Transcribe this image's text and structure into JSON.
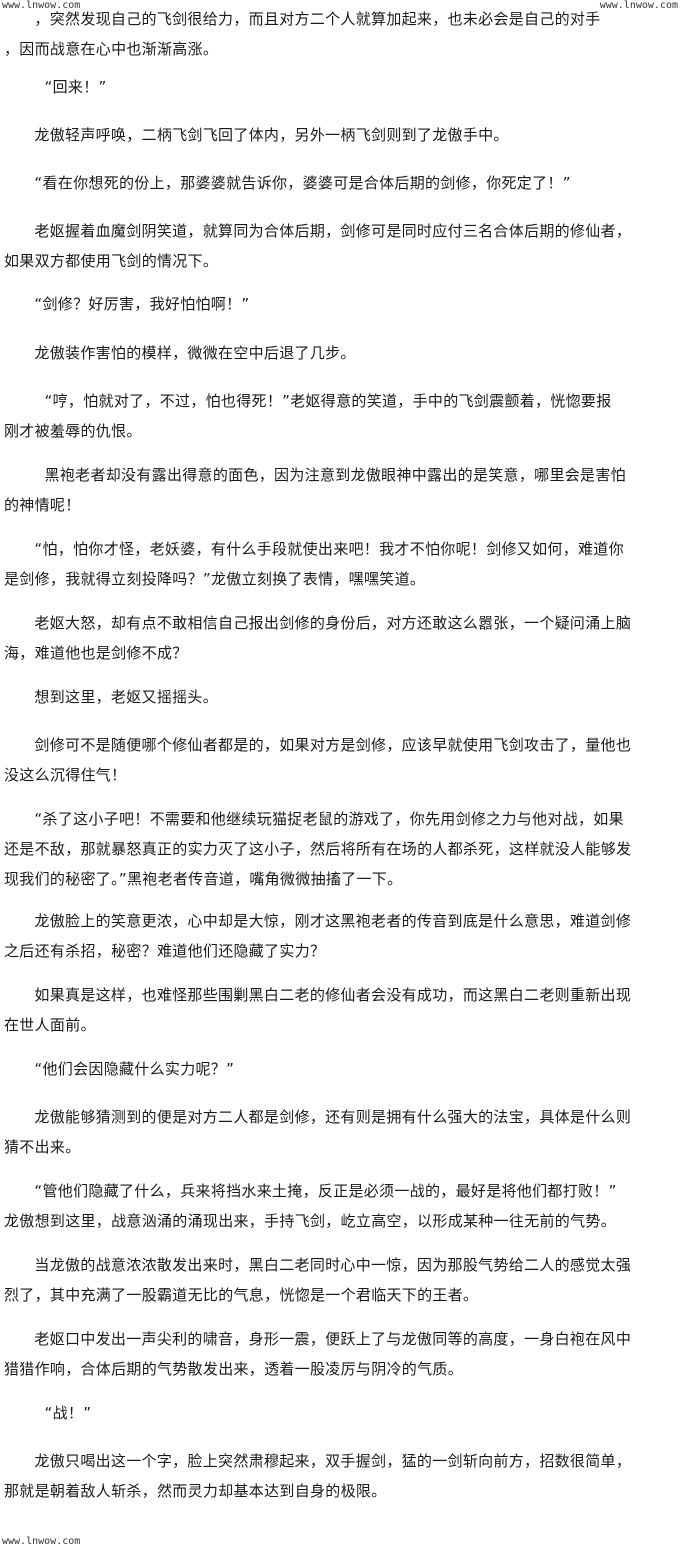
{
  "watermarks": {
    "top_left": "www.lnwow.com",
    "top_right": "www.lnwow.com",
    "bottom_left": "www.lnwow.com"
  },
  "paragraphs": [
    "      ，突然发现自己的飞剑很给力，而且对方二个人就算加起来，也未必会是自己的对手\n，因而战意在心中也渐渐高涨。",
    "        “回来！”",
    "      龙傲轻声呼唤，二柄飞剑飞回了体内，另外一柄飞剑则到了龙傲手中。",
    "      “看在你想死的份上，那婆婆就告诉你，婆婆可是合体后期的剑修，你死定了！”",
    "      老妪握着血魔剑阴笑道，就算同为合体后期，剑修可是同时应付三名合体后期的修仙者，\n如果双方都使用飞剑的情况下。",
    "      “剑修？好厉害，我好怕怕啊！”",
    "      龙傲装作害怕的模样，微微在空中后退了几步。",
    "        “哼，怕就对了，不过，怕也得死！”老妪得意的笑道，手中的飞剑震颤着，恍惚要报\n刚才被羞辱的仇恨。",
    "        黑袍老者却没有露出得意的面色，因为注意到龙傲眼神中露出的是笑意，哪里会是害怕\n的神情呢！",
    "      “怕，怕你才怪，老妖婆，有什么手段就使出来吧！我才不怕你呢！剑修又如何，难道你\n是剑修，我就得立刻投降吗？”龙傲立刻换了表情，嘿嘿笑道。",
    "      老妪大怒，却有点不敢相信自己报出剑修的身份后，对方还敢这么嚣张，一个疑问涌上脑\n海，难道他也是剑修不成？",
    "      想到这里，老妪又摇摇头。",
    "      剑修可不是随便哪个修仙者都是的，如果对方是剑修，应该早就使用飞剑攻击了，量他也\n没这么沉得住气！",
    "      “杀了这小子吧！不需要和他继续玩猫捉老鼠的游戏了，你先用剑修之力与他对战，如果\n还是不敌，那就暴怒真正的实力灭了这小子，然后将所有在场的人都杀死，这样就没人能够发\n现我们的秘密了。”黑袍老者传音道，嘴角微微抽搐了一下。",
    "      龙傲脸上的笑意更浓，心中却是大惊，刚才这黑袍老者的传音到底是什么意思，难道剑修\n之后还有杀招，秘密？难道他们还隐藏了实力？",
    "      如果真是这样，也难怪那些围剿黑白二老的修仙者会没有成功，而这黑白二老则重新出现\n在世人面前。",
    "      “他们会因隐藏什么实力呢？”",
    "      龙傲能够猜测到的便是对方二人都是剑修，还有则是拥有什么强大的法宝，具体是什么则\n猜不出来。",
    "      “管他们隐藏了什么，兵来将挡水来土掩，反正是必须一战的，最好是将他们都打败！”\n龙傲想到这里，战意汹涌的涌现出来，手持飞剑，屹立高空，以形成某种一往无前的气势。",
    "      当龙傲的战意浓浓散发出来时，黑白二老同时心中一惊，因为那股气势给二人的感觉太强\n烈了，其中充满了一股霸道无比的气息，恍惚是一个君临天下的王者。",
    "      老妪口中发出一声尖利的啸音，身形一震，便跃上了与龙傲同等的高度，一身白袍在风中\n猎猎作响，合体后期的气势散发出来，透着一股凌厉与阴冷的气质。",
    "        “战！”",
    "      龙傲只喝出这一个字，脸上突然肃穆起来，双手握剑，猛的一剑斩向前方，招数很简单，\n那就是朝着敌人斩杀，然而灵力却基本达到自身的极限。"
  ]
}
